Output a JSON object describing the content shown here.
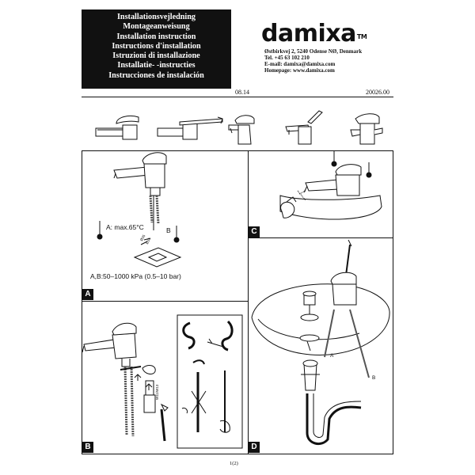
{
  "header": {
    "titles": [
      "Installationsvejledning",
      "Montageanweisung",
      "Installation instruction",
      "Instructions d'installation",
      "Istruzioni di installazione",
      "Installatie- -instructies",
      "Instrucciones de instalación"
    ],
    "brand": "damixa",
    "trademark": "TM",
    "address_lines": [
      "Østbirkvej 2, 5240 Odense NØ, Denmark",
      "Tel. +45 63 102 210",
      "E-mail: damixa@damixa.com",
      "Homepage: www.damixa.com"
    ],
    "date": "08.14",
    "doc_code": "20026.00"
  },
  "panels": {
    "a": {
      "label": "A",
      "temp_label": "A:  max.65°C",
      "b_marker": "B",
      "pressure": "A,B:50–1000  kPa  (0.5–10  bar)",
      "dims": [
        "Ø35",
        "Ø34"
      ]
    },
    "b": {
      "label": "B",
      "part_code": "W11/W13"
    },
    "c": {
      "label": "C"
    },
    "d": {
      "label": "D",
      "marker_a": "A",
      "marker_b": "B"
    }
  },
  "footer": {
    "page": "1(2)"
  },
  "colors": {
    "ink": "#111111",
    "paper": "#ffffff",
    "hose": "#555555"
  }
}
